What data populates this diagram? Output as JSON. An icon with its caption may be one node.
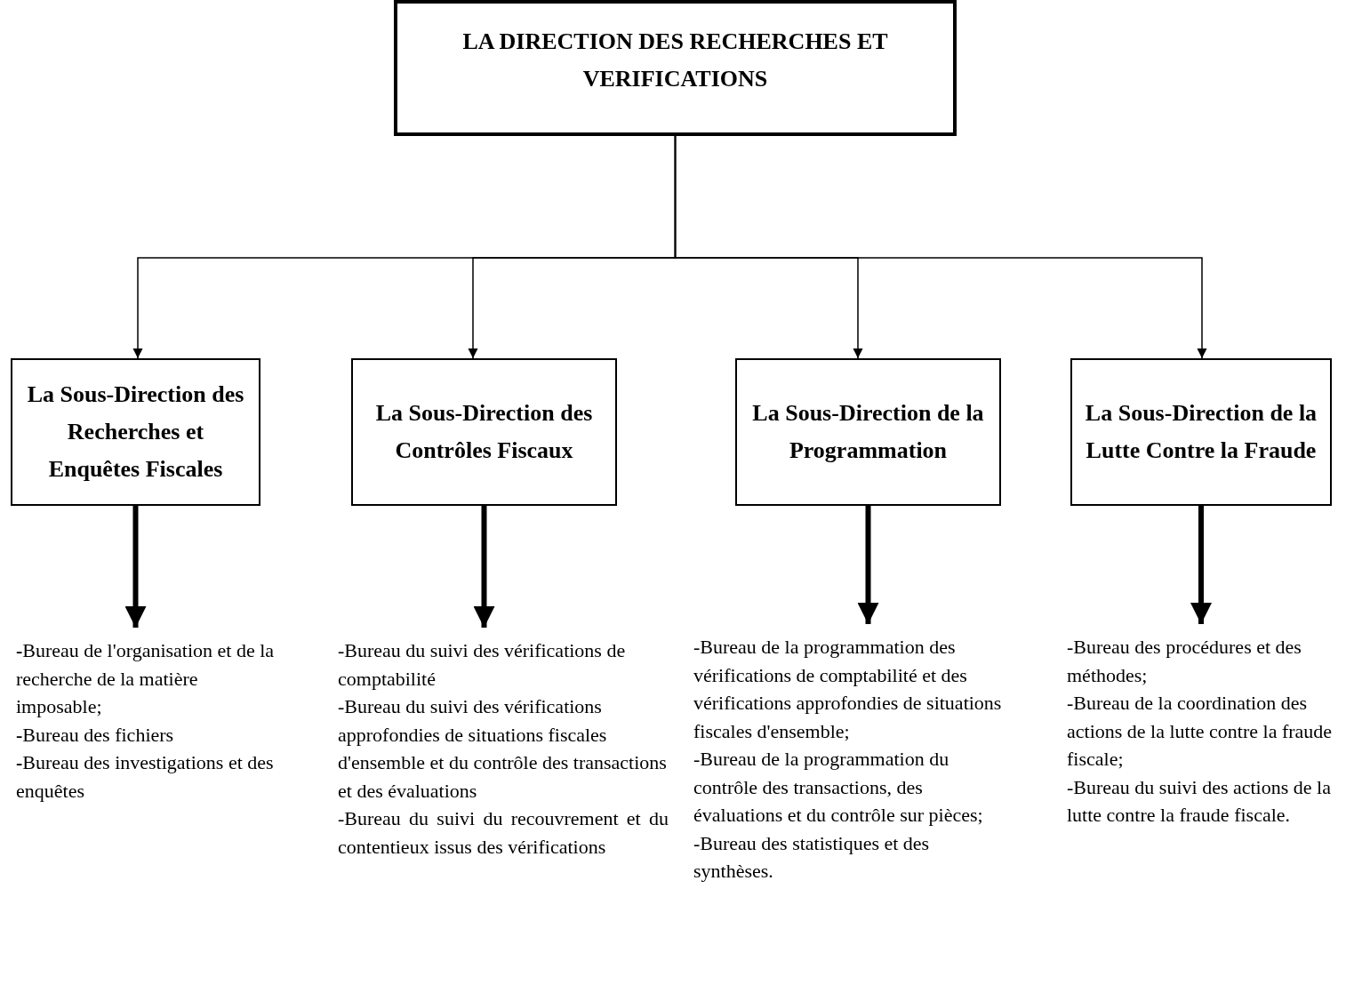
{
  "diagram": {
    "nodes": [
      {
        "text": [
          "LA DIRECTION DES RECHERCHES ET VERIFICATIONS"
        ]
      },
      {
        "text": [
          "La Sous-Direction des Recherches et Enquêtes Fiscales"
        ]
      },
      {
        "text": [
          "La Sous-Direction des Contrôles Fiscaux"
        ]
      },
      {
        "text": [
          "La Sous-Direction de la Programmation"
        ]
      },
      {
        "text": [
          "La Sous-Direction de la Lutte Contre la Fraude"
        ]
      },
      {
        "text": [
          "**-**Bureau de l'organisation et de la recherche de la matière imposable;",
          "**-**Bureau des fichiers",
          "**-**Bureau des investigations et des enquêtes"
        ]
      },
      {
        "text": [
          "-Bureau du suivi des vérifications de comptabilité",
          "-Bureau du suivi des vérifications approfondies de situations fiscales d'ensemble et du contrôle des transactions et des évaluations",
          "-Bureau du suivi du recouvrement et du contentieux issus des vérifications"
        ]
      },
      {
        "text": [
          "-Bureau de la programmation des vérifications de comptabilité et des vérifications approfondies de situations fiscales d'ensemble;",
          "-Bureau de la programmation du contrôle des transactions, des évaluations et du contrôle sur pièces;",
          "-Bureau des statistiques et des synthèses."
        ]
      },
      {
        "text": [
          "-Bureau des procédures et des méthodes;",
          "-Bureau de la coordination des actions de la lutte contre la fraude fiscale;",
          "-Bureau du suivi des actions de la lutte contre la fraude fiscale."
        ]
      }
    ],
    "edges": [
      {
        "from": 0,
        "to": 1,
        "arrow": "to"
      },
      {
        "from": 0,
        "to": 2,
        "arrow": "to"
      },
      {
        "from": 0,
        "to": 3,
        "arrow": "to"
      },
      {
        "from": 0,
        "to": 4,
        "arrow": "to"
      },
      {
        "from": 1,
        "to": 5,
        "arrow": "to",
        "style": "thick"
      },
      {
        "from": 2,
        "to": 6,
        "arrow": "to",
        "style": "thick"
      },
      {
        "from": 3,
        "to": 7,
        "arrow": "to",
        "style": "thick"
      },
      {
        "from": 4,
        "to": 8,
        "arrow": "to",
        "style": "thick"
      }
    ]
  }
}
